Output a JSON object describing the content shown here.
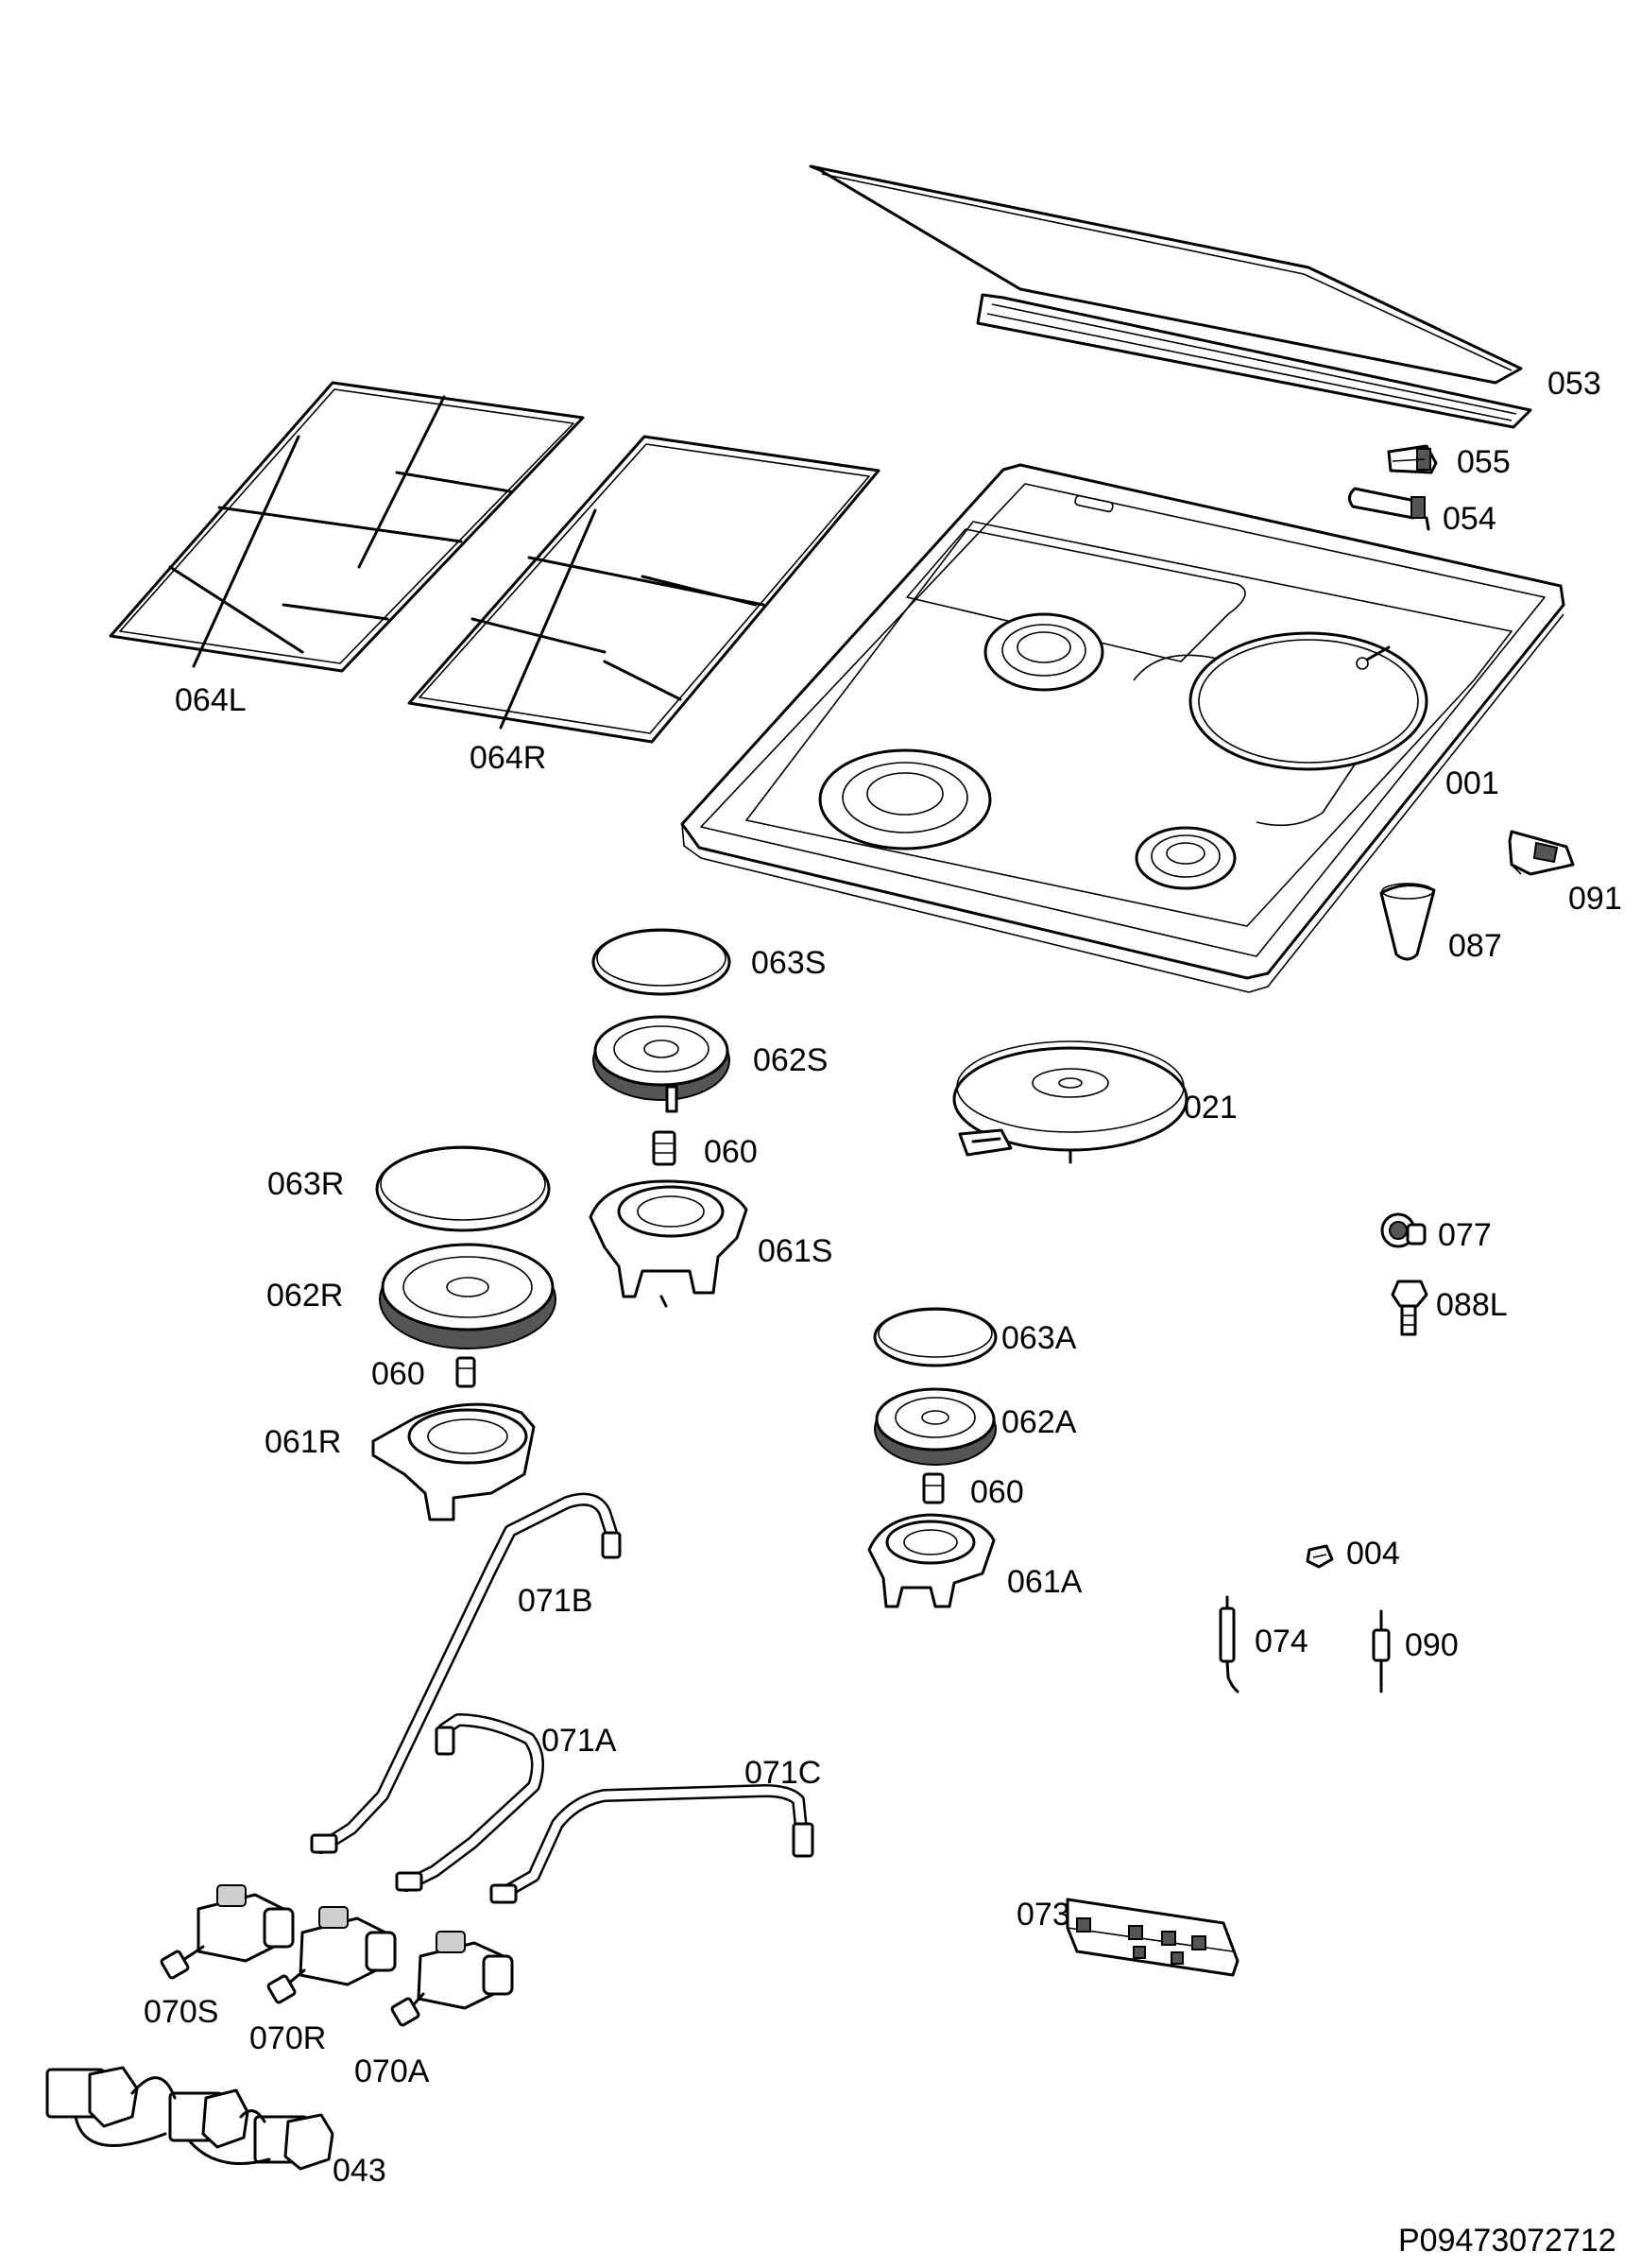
{
  "labels": {
    "p001": "001",
    "p004": "004",
    "p021": "021",
    "p043": "043",
    "p053": "053",
    "p054": "054",
    "p055": "055",
    "p060a": "060",
    "p060b": "060",
    "p060c": "060",
    "p061A": "061A",
    "p061R": "061R",
    "p061S": "061S",
    "p062A": "062A",
    "p062R": "062R",
    "p062S": "062S",
    "p063A": "063A",
    "p063R": "063R",
    "p063S": "063S",
    "p064L": "064L",
    "p064R": "064R",
    "p070A": "070A",
    "p070R": "070R",
    "p070S": "070S",
    "p071A": "071A",
    "p071B": "071B",
    "p071C": "071C",
    "p073": "073",
    "p074": "074",
    "p077": "077",
    "p087": "087",
    "p088L": "088L",
    "p090": "090",
    "p091": "091"
  },
  "footer": {
    "drawing_number": "P09473072712"
  }
}
